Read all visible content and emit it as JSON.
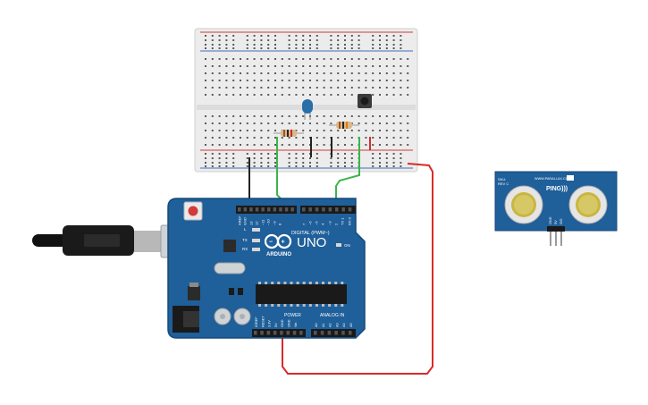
{
  "arduino": {
    "brand": "ARDUINO",
    "model": "UNO",
    "digital_header_label": "DIGITAL (PWM~)",
    "power_label": "POWER",
    "analog_label": "ANALOG IN",
    "led_labels": [
      "L",
      "TX",
      "RX"
    ],
    "on_label": "ON",
    "digital_pins": [
      "AREF",
      "GND",
      "13",
      "12",
      "~11",
      "~10",
      "~9",
      "8",
      "7",
      "~6",
      "~5",
      "4",
      "~3",
      "2",
      "TX 1",
      "RX 0"
    ],
    "power_pins": [
      "IOREF",
      "RESET",
      "3.3V",
      "5V",
      "GND",
      "GND",
      "Vin"
    ],
    "analog_pins": [
      "A0",
      "A1",
      "A2",
      "A3",
      "A4",
      "A5"
    ]
  },
  "sensor": {
    "title_line1": "SKU:",
    "title_line2": "REV C",
    "url": "WWW.PARALLAX.COM",
    "brand": "PING)))",
    "pins": [
      "GND",
      "5V",
      "SIG"
    ]
  },
  "colors": {
    "board": "#1f5f9a",
    "board_edge": "#174a7a",
    "wire_red": "#d92b2b",
    "wire_green": "#3bb54a",
    "wire_black": "#222222",
    "breadboard": "#ececec",
    "rail_red": "#d23a3a",
    "rail_blue": "#3b6fb6",
    "led_blue": "#2a6ea8",
    "sensor_ring": "#c9b640"
  }
}
